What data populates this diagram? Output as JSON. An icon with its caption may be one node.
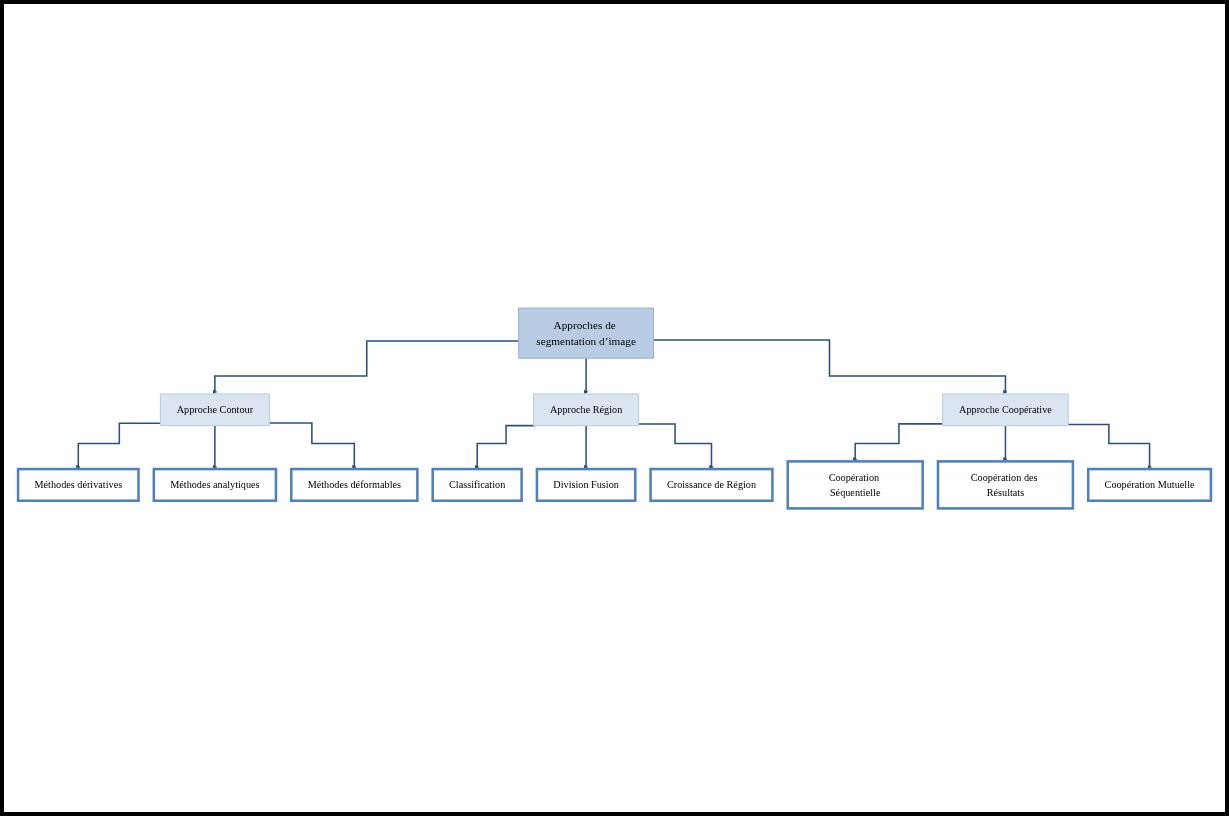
{
  "diagram": {
    "nodes": [
      {
        "text": [
          "Approches de segmentation d’image"
        ]
      },
      {
        "text": [
          "Approche Contour"
        ]
      },
      {
        "text": [
          "Approche Région"
        ]
      },
      {
        "text": [
          "Approche Coopérative"
        ]
      },
      {
        "text": [
          "Méthodes dérivatives"
        ]
      },
      {
        "text": [
          "Méthodes analytiques"
        ]
      },
      {
        "text": [
          "Méthodes déformables"
        ]
      },
      {
        "text": [
          "Classification"
        ]
      },
      {
        "text": [
          "Division Fusion"
        ]
      },
      {
        "text": [
          "Croissance de Région"
        ]
      },
      {
        "text": [
          "Coopération Séquentielle"
        ]
      },
      {
        "text": [
          "Coopération des Résultats"
        ]
      },
      {
        "text": [
          "Coopération Mutuelle"
        ]
      }
    ],
    "edges": [
      {
        "from": 0,
        "to": 1,
        "arrow": "to"
      },
      {
        "from": 0,
        "to": 2,
        "arrow": "to"
      },
      {
        "from": 0,
        "to": 3,
        "arrow": "to"
      },
      {
        "from": 1,
        "to": 4,
        "arrow": "to"
      },
      {
        "from": 1,
        "to": 5,
        "arrow": "to"
      },
      {
        "from": 1,
        "to": 6,
        "arrow": "to"
      },
      {
        "from": 2,
        "to": 7,
        "arrow": "to"
      },
      {
        "from": 2,
        "to": 8,
        "arrow": "to"
      },
      {
        "from": 2,
        "to": 9,
        "arrow": "to"
      },
      {
        "from": 3,
        "to": 10,
        "arrow": "to"
      },
      {
        "from": 3,
        "to": 11,
        "arrow": "to"
      },
      {
        "from": 3,
        "to": 12,
        "arrow": "to"
      }
    ]
  }
}
